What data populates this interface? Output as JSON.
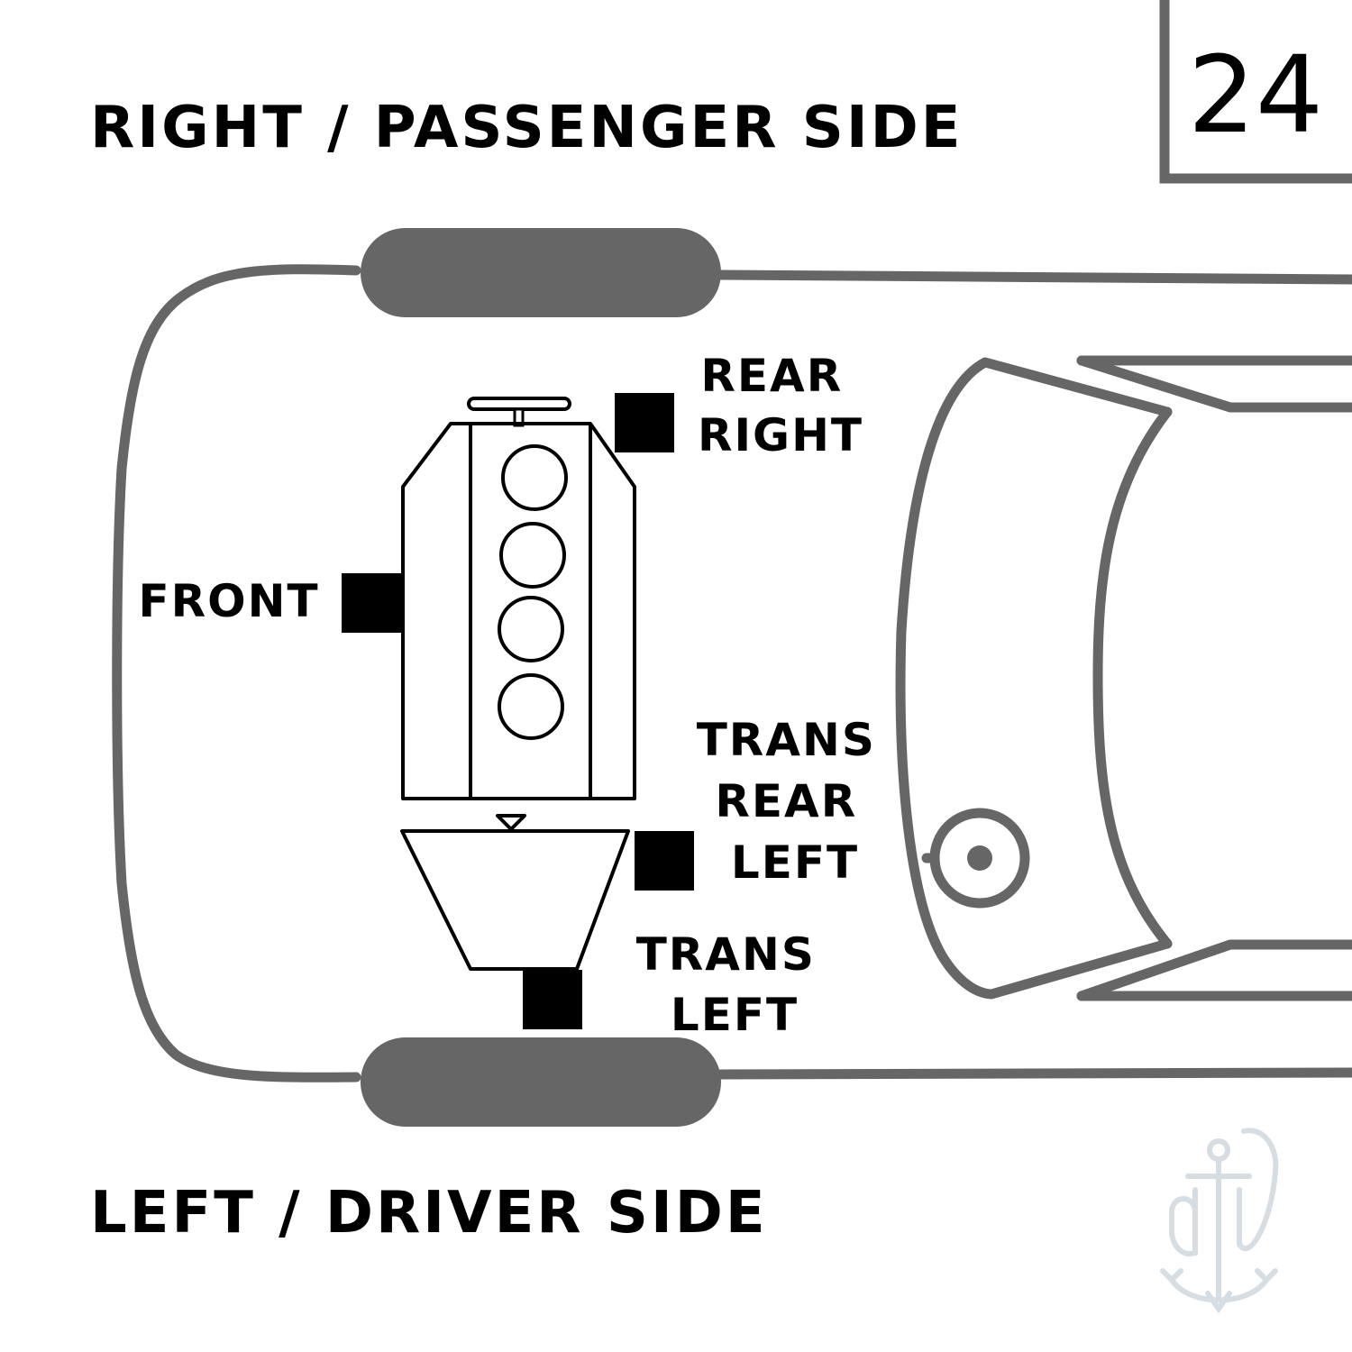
{
  "diagram_number": "24",
  "labels": {
    "right_side": "RIGHT / PASSENGER SIDE",
    "left_side": "LEFT / DRIVER SIDE",
    "front": "FRONT",
    "rear_right": [
      "REAR",
      "RIGHT"
    ],
    "trans_rear_left": [
      "TRANS",
      "REAR",
      "LEFT"
    ],
    "trans_left": [
      "TRANS",
      "LEFT"
    ]
  },
  "colors": {
    "body_outline": "#666666",
    "mount_marker": "#000000",
    "watermark": "#d6dde3"
  },
  "icons": {
    "watermark": "anchor-logo-icon"
  }
}
